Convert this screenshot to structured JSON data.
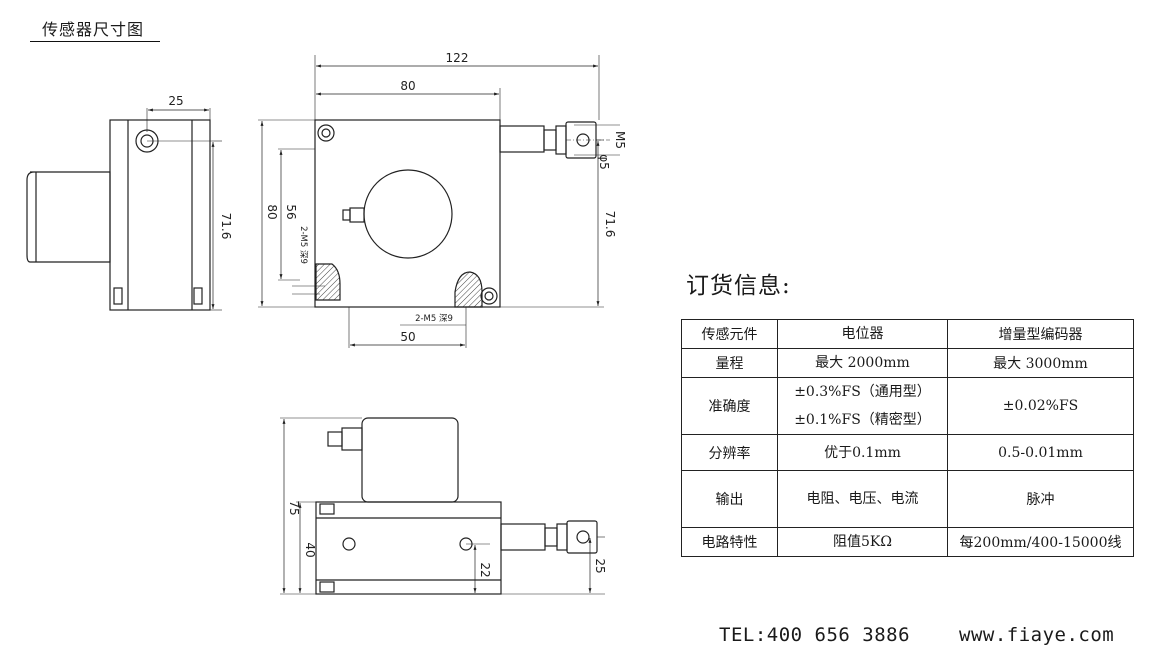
{
  "page_title": "传感器尺寸图",
  "drawing": {
    "dims": {
      "side_width": "25",
      "side_height": "71.6",
      "overall_width": "122",
      "body_width": "80",
      "body_height": "80",
      "inner_height": "56",
      "right_height": "71.6",
      "hole_spacing": "50",
      "rod_thread": "M5",
      "rod_hole": "φ5",
      "thread_side": "2-M5 深9",
      "thread_bottom": "2-M5 深9",
      "bottom_total_height": "75",
      "bottom_body_height": "40",
      "bottom_offset": "22",
      "bottom_rod": "25"
    }
  },
  "order": {
    "heading": "订货信息:",
    "rows": [
      {
        "label": "传感元件",
        "pot": [
          "电位器"
        ],
        "enc": "增量型编码器"
      },
      {
        "label": "量程",
        "pot": [
          "最大 2000mm"
        ],
        "enc": "最大 3000mm"
      },
      {
        "label": "准确度",
        "pot": [
          "±0.3%FS（通用型）",
          "±0.1%FS（精密型）"
        ],
        "enc": "±0.02%FS"
      },
      {
        "label": "分辨率",
        "pot": [
          "优于0.1mm"
        ],
        "enc": "0.5-0.01mm"
      },
      {
        "label": "输出",
        "pot": [
          "电阻、电压、电流"
        ],
        "enc": "脉冲"
      },
      {
        "label": "电路特性",
        "pot": [
          "阻值5KΩ"
        ],
        "enc": "每200mm/400-15000线"
      }
    ]
  },
  "footer": {
    "tel": "TEL:400 656 3886",
    "website": "www.fiaye.com"
  }
}
